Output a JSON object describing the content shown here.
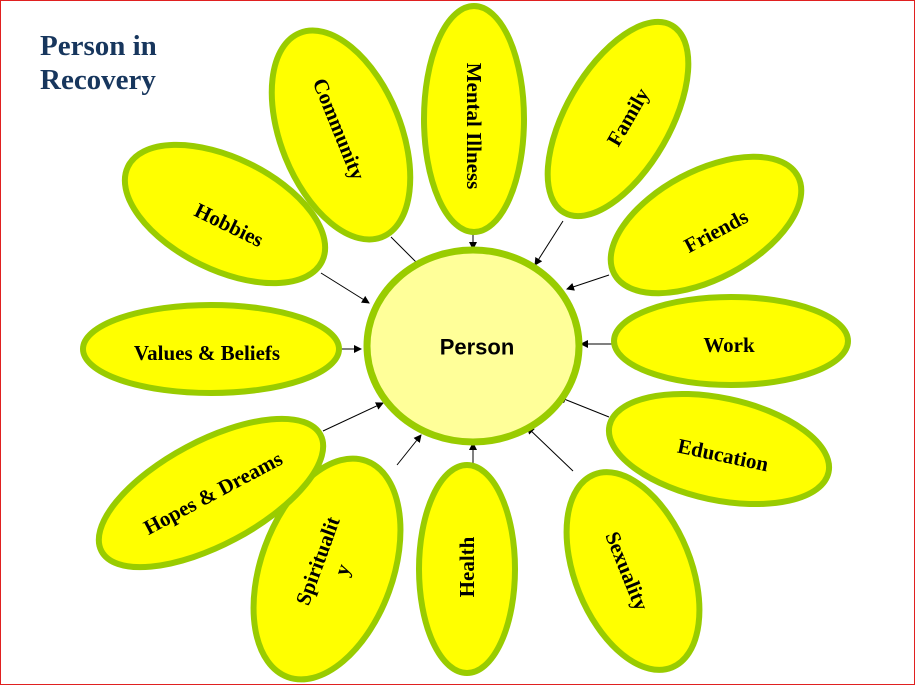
{
  "title": {
    "line1": "Person in",
    "line2": "Recovery"
  },
  "center": {
    "label": "Person"
  },
  "petals": {
    "mental_illness": "Mental Illness",
    "family": "Family",
    "friends": "Friends",
    "work": "Work",
    "education": "Education",
    "sexuality": "Sexuality",
    "health": "Health",
    "spirituality_line1": "Spiritualit",
    "spirituality_line2": "y",
    "hopes_dreams": "Hopes & Dreams",
    "values_beliefs": "Values & Beliefs",
    "hobbies": "Hobbies",
    "community": "Community"
  },
  "colors": {
    "petal_fill": "#ffff00",
    "petal_stroke": "#99cc00",
    "center_fill": "#ffff99",
    "title": "#17365d",
    "frame_border": "#e02020"
  }
}
